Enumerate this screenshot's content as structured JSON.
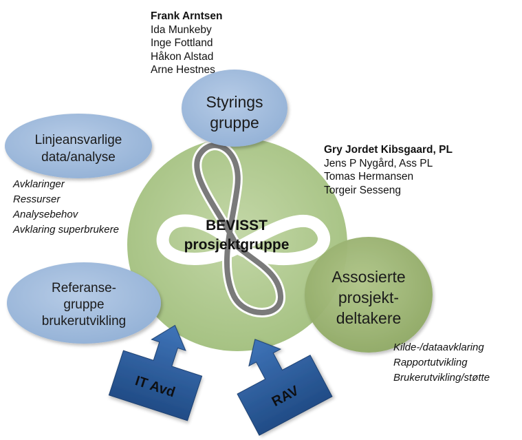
{
  "center": {
    "line1": "BEVISST",
    "line2": "prosjektgruppe"
  },
  "styring": {
    "label": [
      "Styrings",
      "gruppe"
    ],
    "members": {
      "lead": "Frank Arntsen",
      "others": [
        "Ida Munkeby",
        "Inge Fottland",
        "Håkon Alstad",
        "Arne Hestnes"
      ]
    }
  },
  "linje": {
    "label": [
      "Linjeansvarlige",
      "data/analyse"
    ],
    "tasks": [
      "Avklaringer",
      "Ressurser",
      "Analysebehov",
      "Avklaring superbrukere"
    ]
  },
  "referanse": {
    "label": [
      "Referanse-",
      "gruppe",
      "brukerutvikling"
    ]
  },
  "prosjektgruppe": {
    "lead": "Gry Jordet Kibsgaard, PL",
    "others": [
      "Jens P Nygård, Ass PL",
      "Tomas Hermansen",
      "Torgeir Sesseng"
    ]
  },
  "assosierte": {
    "label": [
      "Assosierte",
      "prosjekt-",
      "deltakere"
    ],
    "tasks": [
      "Kilde-/dataavklaring",
      "Rapportutvikling",
      "Brukerutvikling/støtte"
    ]
  },
  "arrows": [
    {
      "label": "IT Avd"
    },
    {
      "label": "RAV"
    }
  ],
  "colors": {
    "center_fill": "#b3cd92",
    "blue_bubble": "#a2bddd",
    "green_bubble": "#9db56f",
    "loop_gray": "#7a7a7a",
    "arrow_blue": "#2e5fa0"
  }
}
